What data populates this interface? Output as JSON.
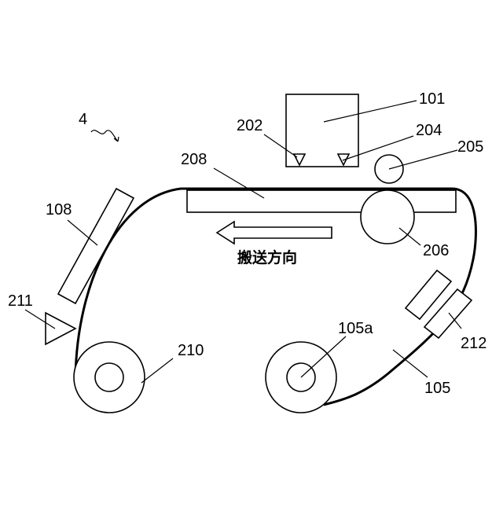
{
  "figure_ref": "4",
  "direction_label": "搬送方向",
  "labels": {
    "head": "101",
    "sensor_left": "202",
    "sensor_right": "204",
    "pinch_roller": "205",
    "platen": "208",
    "drive_roller": "206",
    "unit_left": "108",
    "detector_left": "211",
    "supply_reel": "210",
    "takeup_reel": "105a",
    "belt": "105",
    "unit_right": "212"
  }
}
